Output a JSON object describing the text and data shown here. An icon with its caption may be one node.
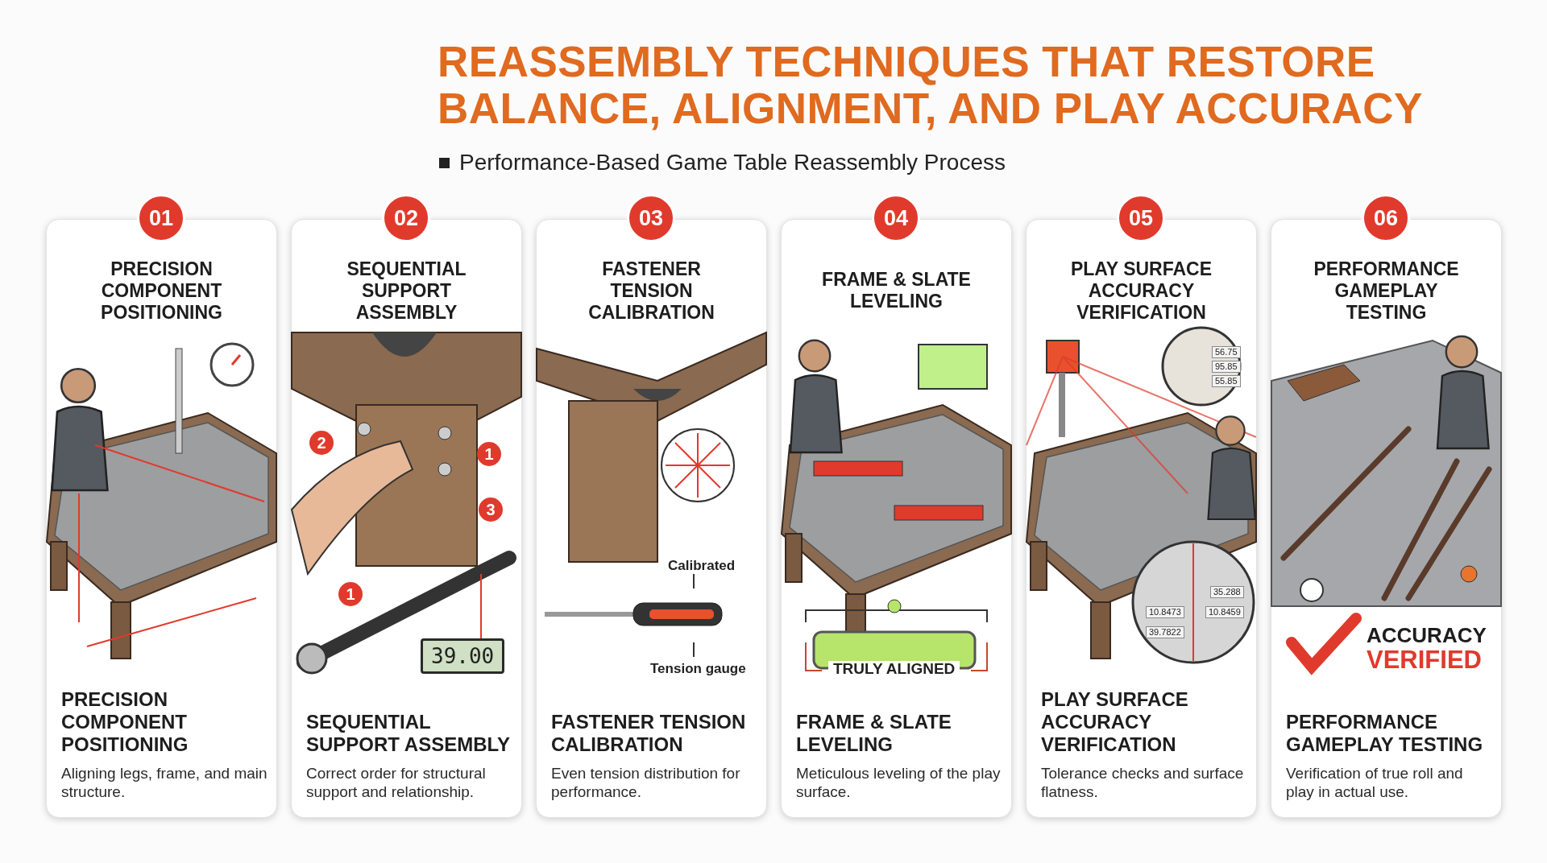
{
  "diagram": {
    "title": "REASSEMBLY TECHNIQUES THAT RESTORE BALANCE, ALIGNMENT, AND PLAY ACCURACY",
    "nodes": [
      {
        "text": [
          "01",
          "PRECISION COMPONENT POSITIONING",
          "PRECISION COMPONENT POSITIONING",
          "Aligning legs, frame, and main structure."
        ]
      },
      {
        "text": [
          "02",
          "SEQUENTIAL SUPPORT ASSEMBLY",
          "SEQUENTIAL SUPPORT ASSEMBLY",
          "Correct order for structural support and relationship."
        ]
      },
      {
        "text": [
          "03",
          "FASTENER TENSION CALIBRATION",
          "FASTENER TENSION CALIBRATION",
          "Even tension distribution for performance."
        ]
      },
      {
        "text": [
          "04",
          "FRAME & SLATE LEVELING",
          "FRAME & SLATE LEVELING",
          "Meticulous leveling of the play surface."
        ]
      },
      {
        "text": [
          "05",
          "PLAY SURFACE ACCURACY VERIFICATION",
          "PLAY SURFACE ACCURACY VERIFICATION",
          "Tolerance checks and surface flatness."
        ]
      },
      {
        "text": [
          "06",
          "PERFORMANCE GAMEPLAY TESTING",
          "PERFORMANCE GAMEPLAY TESTING",
          "Verification of true roll and play in actual use."
        ]
      }
    ],
    "labels": [
      "Performance-Based Game Table Reassembly Process",
      "2",
      "1",
      "3",
      "1",
      "39.00",
      "Calibrated",
      "Tension gauge",
      "TRULY ALIGNED",
      "56.75",
      "95.85",
      "55.85",
      "35.288",
      "10.8473",
      "10.8459",
      "39.7822",
      "ACCURACY",
      "VERIFIED"
    ]
  }
}
